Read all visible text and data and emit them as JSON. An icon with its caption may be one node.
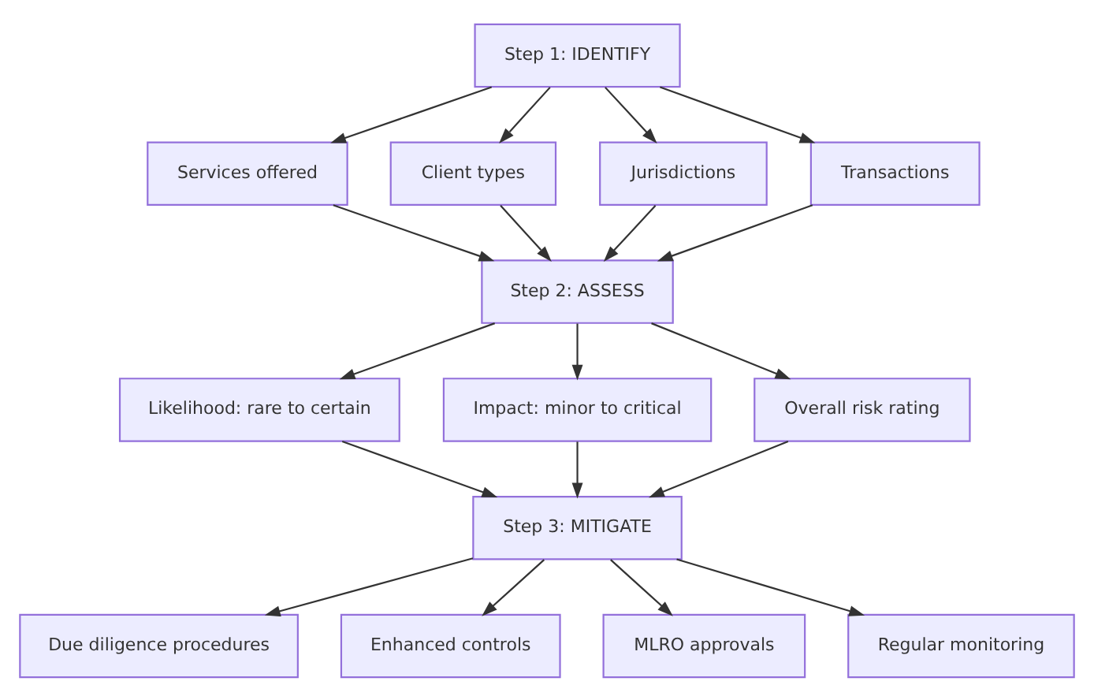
{
  "diagram": {
    "nodes": [
      {
        "text": [
          "Step 1: IDENTIFY"
        ]
      },
      {
        "text": [
          "Services offered"
        ]
      },
      {
        "text": [
          "Client types"
        ]
      },
      {
        "text": [
          "Jurisdictions"
        ]
      },
      {
        "text": [
          "Transactions"
        ]
      },
      {
        "text": [
          "Step 2: ASSESS"
        ]
      },
      {
        "text": [
          "Likelihood: rare to certain"
        ]
      },
      {
        "text": [
          "Impact: minor to critical"
        ]
      },
      {
        "text": [
          "Overall risk rating"
        ]
      },
      {
        "text": [
          "Step 3: MITIGATE"
        ]
      },
      {
        "text": [
          "Due diligence procedures"
        ]
      },
      {
        "text": [
          "Enhanced controls"
        ]
      },
      {
        "text": [
          "MLRO approvals"
        ]
      },
      {
        "text": [
          "Regular monitoring"
        ]
      }
    ],
    "edges": [
      {
        "from": 0,
        "to": 1,
        "arrow": "to"
      },
      {
        "from": 0,
        "to": 2,
        "arrow": "to"
      },
      {
        "from": 0,
        "to": 3,
        "arrow": "to"
      },
      {
        "from": 0,
        "to": 4,
        "arrow": "to"
      },
      {
        "from": 1,
        "to": 5,
        "arrow": "to"
      },
      {
        "from": 2,
        "to": 5,
        "arrow": "to"
      },
      {
        "from": 3,
        "to": 5,
        "arrow": "to"
      },
      {
        "from": 4,
        "to": 5,
        "arrow": "to"
      },
      {
        "from": 5,
        "to": 6,
        "arrow": "to"
      },
      {
        "from": 5,
        "to": 7,
        "arrow": "to"
      },
      {
        "from": 5,
        "to": 8,
        "arrow": "to"
      },
      {
        "from": 6,
        "to": 9,
        "arrow": "to"
      },
      {
        "from": 7,
        "to": 9,
        "arrow": "to"
      },
      {
        "from": 8,
        "to": 9,
        "arrow": "to"
      },
      {
        "from": 9,
        "to": 10,
        "arrow": "to"
      },
      {
        "from": 9,
        "to": 11,
        "arrow": "to"
      },
      {
        "from": 9,
        "to": 12,
        "arrow": "to"
      },
      {
        "from": 9,
        "to": 13,
        "arrow": "to"
      }
    ]
  }
}
